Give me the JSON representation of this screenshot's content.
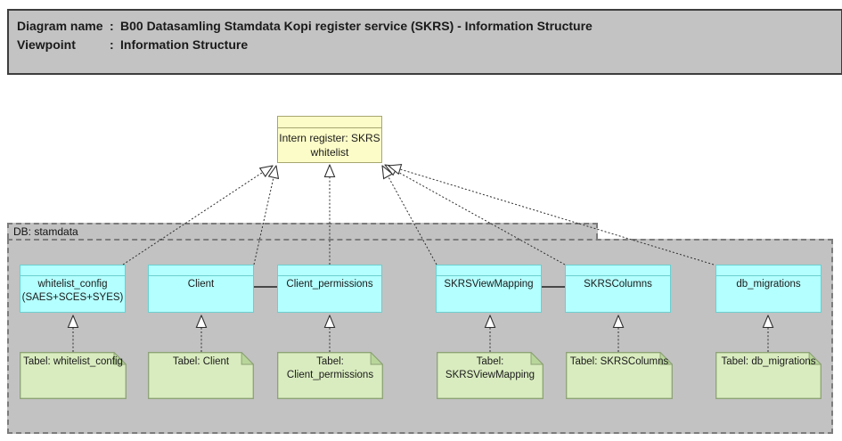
{
  "header": {
    "rows": [
      {
        "label": "Diagram name",
        "separator": ":",
        "value": "B00 Datasamling Stamdata Kopi register service (SKRS) - Information Structure"
      },
      {
        "label": "Viewpoint",
        "separator": ":",
        "value": "Information Structure"
      }
    ]
  },
  "register": {
    "name": "Intern register: SKRS whitelist"
  },
  "container": {
    "label": "DB: stamdata"
  },
  "entities": [
    {
      "name": "whitelist_config (SAES+SCES+SYES)"
    },
    {
      "name": "Client"
    },
    {
      "name": "Client_permissions"
    },
    {
      "name": "SKRSViewMapping"
    },
    {
      "name": "SKRSColumns"
    },
    {
      "name": "db_migrations"
    }
  ],
  "notes": [
    {
      "label": "Tabel: whitelist_config"
    },
    {
      "label": "Tabel: Client"
    },
    {
      "label": "Tabel: Client_permissions"
    },
    {
      "label": "Tabel: SKRSViewMapping"
    },
    {
      "label": "Tabel: SKRSColumns"
    },
    {
      "label": "Tabel: db_migrations"
    }
  ],
  "relationships": {
    "realizations_to_register": [
      "whitelist_config",
      "Client",
      "Client_permissions",
      "SKRSViewMapping",
      "SKRSColumns",
      "db_migrations"
    ],
    "note_links": [
      [
        "Tabel: whitelist_config",
        "whitelist_config"
      ],
      [
        "Tabel: Client",
        "Client"
      ],
      [
        "Tabel: Client_permissions",
        "Client_permissions"
      ],
      [
        "Tabel: SKRSViewMapping",
        "SKRSViewMapping"
      ],
      [
        "Tabel: SKRSColumns",
        "SKRSColumns"
      ],
      [
        "Tabel: db_migrations",
        "db_migrations"
      ]
    ],
    "associations": [
      [
        "Client",
        "Client_permissions"
      ],
      [
        "SKRSViewMapping",
        "SKRSColumns"
      ]
    ]
  },
  "colors": {
    "header_bg": "#c3c3c3",
    "header_border": "#3d3d3d",
    "container_bg": "#c2c2c2",
    "container_border": "#7c7c7c",
    "register_fill": "#fcfcc8",
    "register_border": "#a6a670",
    "entity_fill": "#b4ffff",
    "entity_border": "#6bcfcf",
    "note_fill": "#d9ecbf",
    "note_fold": "#b9d69a",
    "note_border": "#8da276",
    "connector": "#2e2e2e",
    "text": "#1a1a1a"
  }
}
